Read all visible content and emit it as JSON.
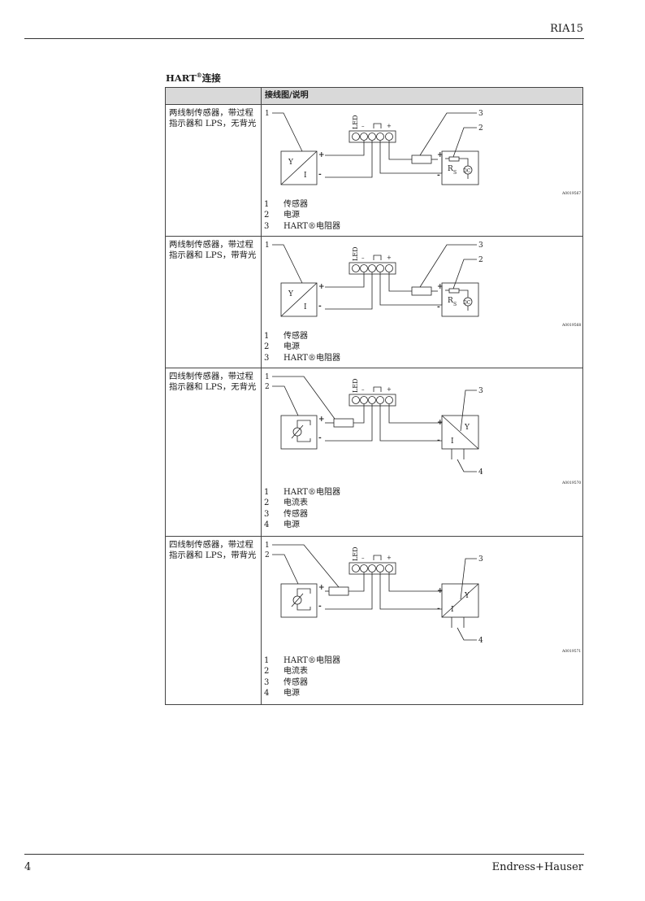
{
  "header": {
    "doc_code": "RIA15"
  },
  "section": {
    "title_main": "HART",
    "title_reg": "®",
    "title_rest": "连接"
  },
  "table": {
    "col1_header": "",
    "col2_header": "接线图/说明",
    "rows": [
      {
        "desc": "两线制传感器，带过程指示器和 LPS，无背光",
        "figure_id": "A0019567",
        "legend": [
          {
            "num": "1",
            "text": "传感器"
          },
          {
            "num": "2",
            "text": "电源"
          },
          {
            "num": "3",
            "text": "HART®电阻器"
          }
        ]
      },
      {
        "desc": "两线制传感器，带过程指示器和 LPS，带背光",
        "figure_id": "A0019568",
        "legend": [
          {
            "num": "1",
            "text": "传感器"
          },
          {
            "num": "2",
            "text": "电源"
          },
          {
            "num": "3",
            "text": "HART®电阻器"
          }
        ]
      },
      {
        "desc": "四线制传感器，带过程指示器和 LPS，无背光",
        "figure_id": "A0019570",
        "legend": [
          {
            "num": "1",
            "text": "HART®电阻器"
          },
          {
            "num": "2",
            "text": "电流表"
          },
          {
            "num": "3",
            "text": "传感器"
          },
          {
            "num": "4",
            "text": "电源"
          }
        ]
      },
      {
        "desc": "四线制传感器，带过程指示器和 LPS，带背光",
        "figure_id": "A0019571",
        "legend": [
          {
            "num": "1",
            "text": "HART®电阻器"
          },
          {
            "num": "2",
            "text": "电流表"
          },
          {
            "num": "3",
            "text": "传感器"
          },
          {
            "num": "4",
            "text": "电源"
          }
        ]
      }
    ]
  },
  "diagram_labels": {
    "led": "LED",
    "minus": "–",
    "plus": "+",
    "terminal_plus": "+",
    "terminal_minus": "-",
    "y": "Y",
    "i": "I",
    "rs_r": "R",
    "rs_s": "S",
    "dc": "DC",
    "callouts": [
      "1",
      "2",
      "3",
      "4"
    ]
  },
  "footer": {
    "page_number": "4",
    "brand": "Endress+Hauser"
  }
}
